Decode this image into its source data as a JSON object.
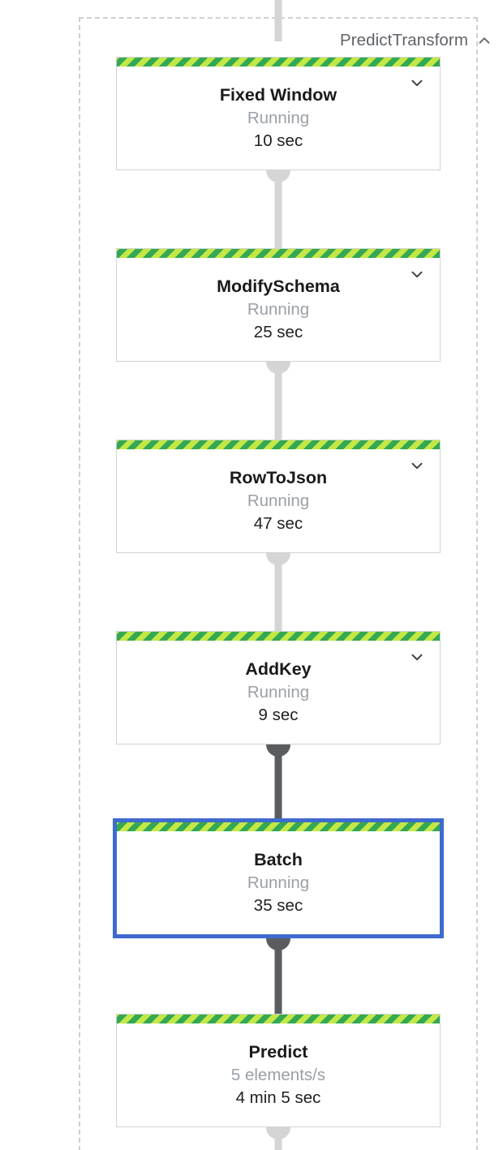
{
  "composite": {
    "title": "PredictTransform",
    "collapse_icon": "chevron-up-icon",
    "expanded": true
  },
  "node_expand_icon": "chevron-down-icon",
  "colors": {
    "selected_border": "#3f6ad0",
    "status_stripe_green": "#34a853",
    "status_stripe_lime": "#c3e846",
    "connector_light": "#d5d5d5",
    "connector_dark": "#5a5d60",
    "container_dash": "#cfcfcf",
    "status_text": "#9aa0a6",
    "title_text": "#5f6368"
  },
  "nodes": [
    {
      "name": "Fixed Window",
      "status": "Running",
      "duration": "10 sec",
      "has_expand": true,
      "selected": false
    },
    {
      "name": "ModifySchema",
      "status": "Running",
      "duration": "25 sec",
      "has_expand": true,
      "selected": false
    },
    {
      "name": "RowToJson",
      "status": "Running",
      "duration": "47 sec",
      "has_expand": true,
      "selected": false
    },
    {
      "name": "AddKey",
      "status": "Running",
      "duration": "9 sec",
      "has_expand": true,
      "selected": false
    },
    {
      "name": "Batch",
      "status": "Running",
      "duration": "35 sec",
      "has_expand": false,
      "selected": true
    },
    {
      "name": "Predict",
      "status": "5 elements/s",
      "duration": "4 min 5 sec",
      "has_expand": false,
      "selected": false
    }
  ],
  "connectors": [
    {
      "from": "upstream",
      "to": "Fixed Window",
      "style": "light"
    },
    {
      "from": "Fixed Window",
      "to": "ModifySchema",
      "style": "light"
    },
    {
      "from": "ModifySchema",
      "to": "RowToJson",
      "style": "light"
    },
    {
      "from": "RowToJson",
      "to": "AddKey",
      "style": "light"
    },
    {
      "from": "AddKey",
      "to": "Batch",
      "style": "dark"
    },
    {
      "from": "Batch",
      "to": "Predict",
      "style": "dark"
    },
    {
      "from": "Predict",
      "to": "downstream",
      "style": "light"
    }
  ]
}
